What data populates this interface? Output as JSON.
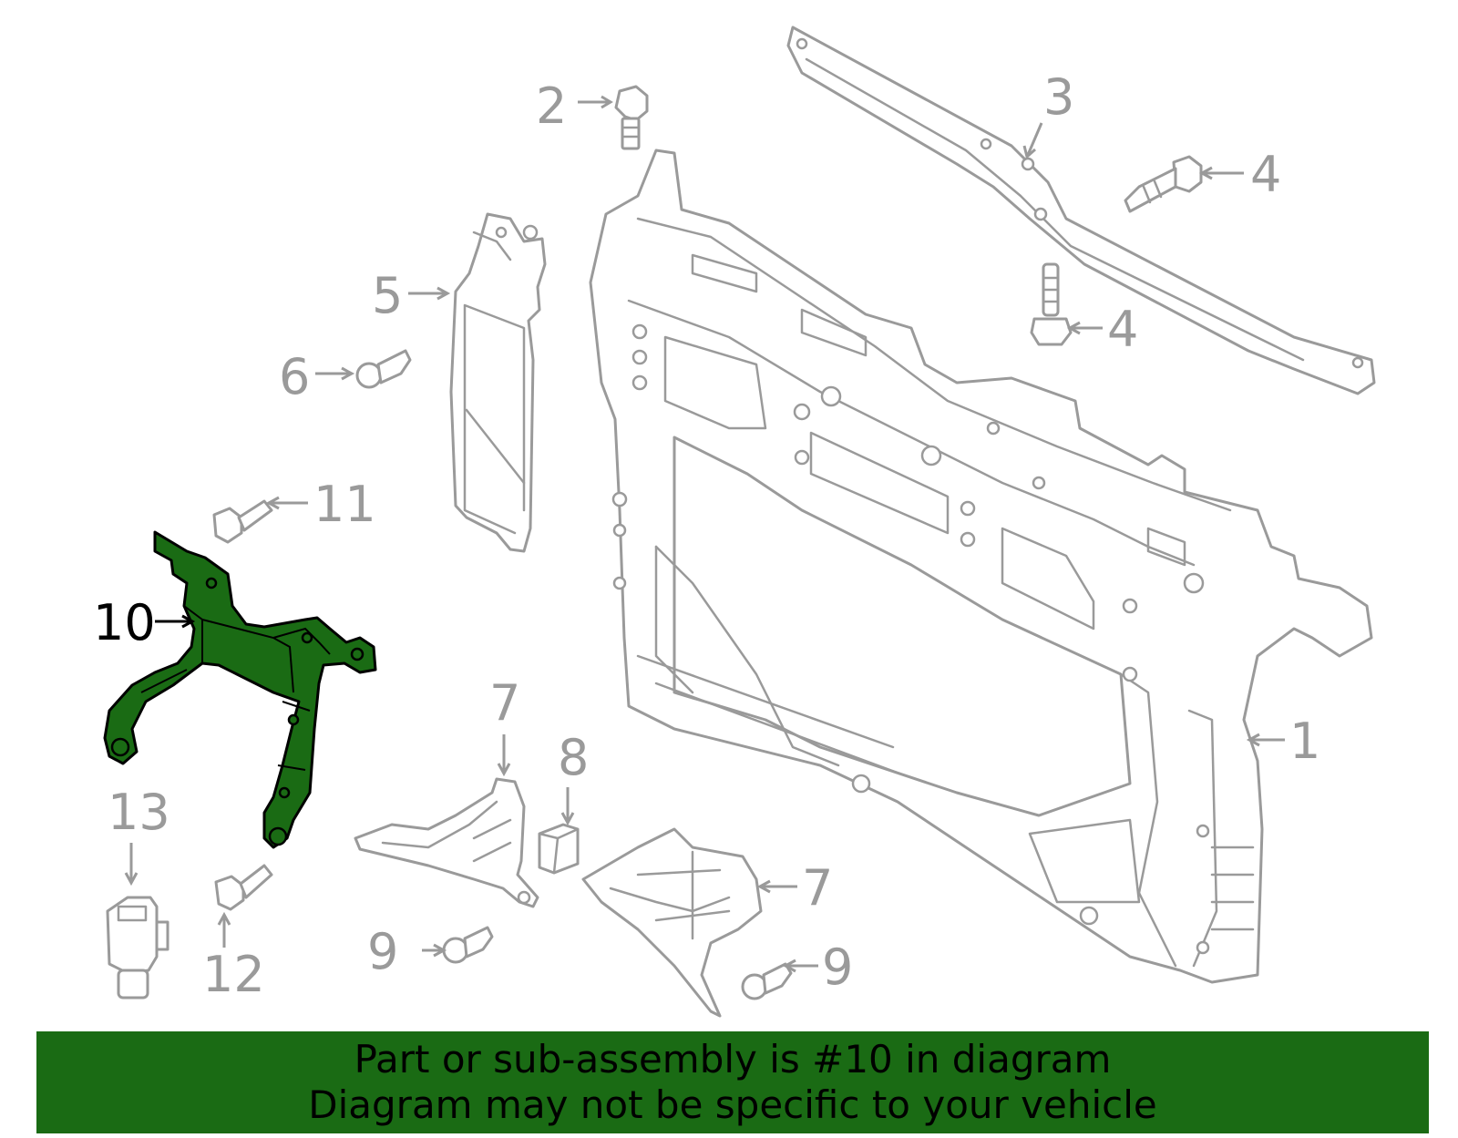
{
  "diagram": {
    "callouts": {
      "c1": "1",
      "c2": "2",
      "c3": "3",
      "c4a": "4",
      "c4b": "4",
      "c5": "5",
      "c6": "6",
      "c7a": "7",
      "c7b": "7",
      "c8": "8",
      "c9a": "9",
      "c9b": "9",
      "c10": "10",
      "c11": "11",
      "c12": "12",
      "c13": "13"
    },
    "highlighted_part": "10",
    "colors": {
      "highlight_fill": "#1a6b14",
      "outline_gray": "#9a9a9a",
      "banner_background": "#1a6b14",
      "banner_text": "#000000"
    }
  },
  "banner": {
    "line1": "Part or sub-assembly is #10 in diagram",
    "line2": "Diagram may not be specific to your vehicle"
  }
}
